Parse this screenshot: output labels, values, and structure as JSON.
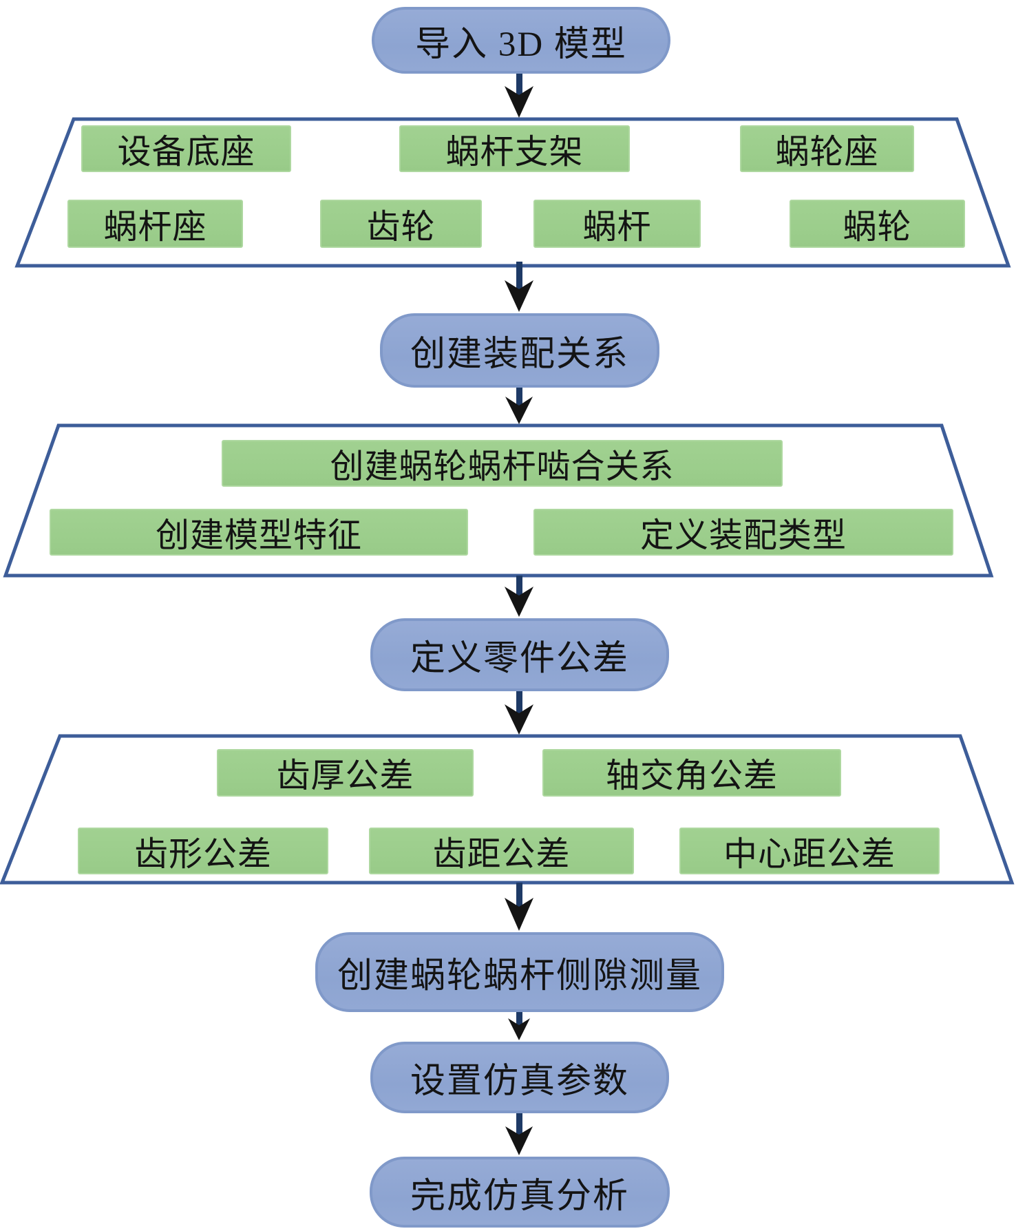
{
  "diagram": {
    "nodes": {
      "import": "导入 3D 模型",
      "assembly": "创建装配关系",
      "tolerance": "定义零件公差",
      "backlash": "创建蜗轮蜗杆侧隙测量",
      "params": "设置仿真参数",
      "finish": "完成仿真分析"
    },
    "parts_group": {
      "items": [
        "设备底座",
        "蜗杆支架",
        "蜗轮座",
        "蜗杆座",
        "齿轮",
        "蜗杆",
        "蜗轮"
      ]
    },
    "relation_group": {
      "items": [
        "创建蜗轮蜗杆啮合关系",
        "创建模型特征",
        "定义装配类型"
      ]
    },
    "tolerance_group": {
      "items": [
        "齿厚公差",
        "轴交角公差",
        "齿形公差",
        "齿距公差",
        "中心距公差"
      ]
    },
    "colors": {
      "node_fill": "#8fa5d2",
      "node_border": "#8099c9",
      "item_fill": "#9bcd8b",
      "container_border": "#3d5d99",
      "arrow_stem": "#1e3a66",
      "arrow_head": "#141414",
      "text": "#141414",
      "background": "#ffffff"
    }
  }
}
